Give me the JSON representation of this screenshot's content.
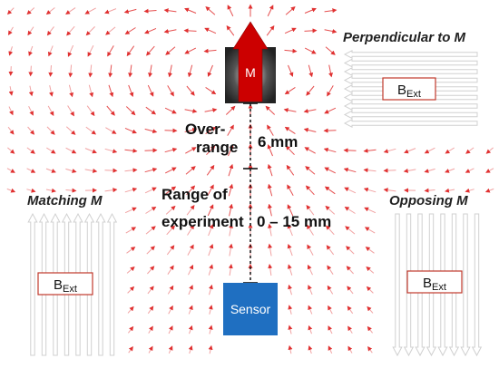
{
  "magnet": {
    "label": "M"
  },
  "sensor": {
    "label": "Sensor",
    "color": "#1f6fc1"
  },
  "labels": {
    "overrange_line1": "Over-",
    "overrange_line2": "range",
    "overrange_distance": "6 mm",
    "range_line1": "Range of",
    "range_line2": "experiment",
    "range_distance": "0 – 15 mm"
  },
  "fields": {
    "perpendicular": {
      "title": "Perpendicular to M",
      "symbol": "B",
      "subscript": "Ext"
    },
    "matching": {
      "title": "Matching M",
      "symbol": "B",
      "subscript": "Ext"
    },
    "opposing": {
      "title": "Opposing M",
      "symbol": "B",
      "subscript": "Ext"
    }
  },
  "colors": {
    "field_lines": "#e03030",
    "magnet_arrow": "#cc0000",
    "external_field_box_border": "#c0392b",
    "external_arrows": "#d0d0d0"
  }
}
